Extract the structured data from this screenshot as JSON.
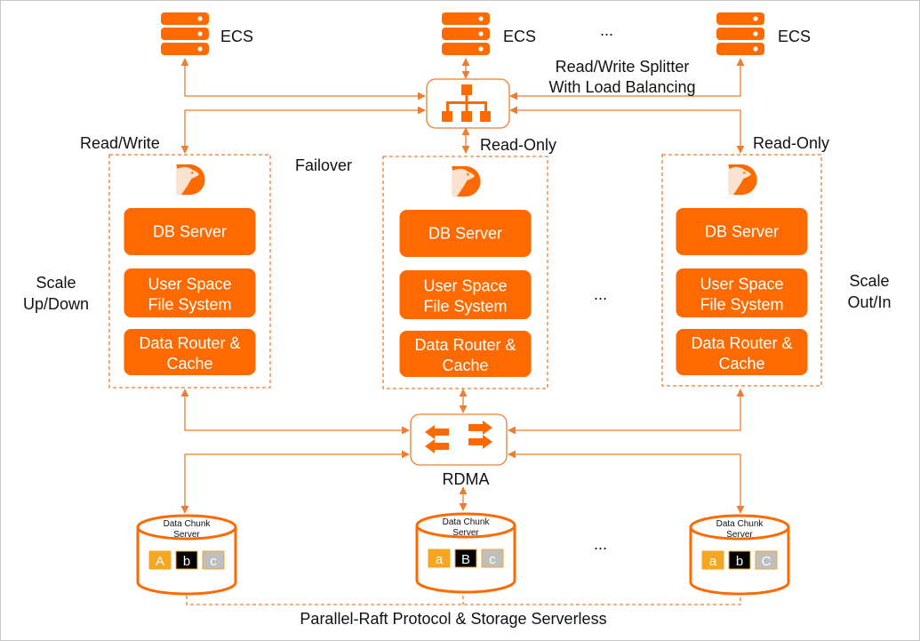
{
  "colors": {
    "accent": "#ff6a00",
    "line": "#ed7d31",
    "chunk_yellow": "#f5a623",
    "chunk_black": "#000000",
    "chunk_gray": "#bfbfbf"
  },
  "ecs_nodes": [
    {
      "label": "ECS",
      "icon": "server-stack-icon"
    },
    {
      "label": "ECS",
      "icon": "server-stack-icon"
    },
    {
      "label": "ECS",
      "icon": "server-stack-icon"
    }
  ],
  "ellipsis": "...",
  "splitter": {
    "icon": "hierarchy-icon",
    "label_line1": "Read/Write Splitter",
    "label_line2": "With Load Balancing"
  },
  "connection_labels": {
    "read_write": "Read/Write",
    "read_only_1": "Read-Only",
    "read_only_2": "Read-Only",
    "failover": "Failover"
  },
  "scale_labels": {
    "left_line1": "Scale",
    "left_line2": "Up/Down",
    "right_line1": "Scale",
    "right_line2": "Out/In"
  },
  "db_nodes": [
    {
      "icon": "polardb-bear-logo-icon",
      "db_server": "DB Server",
      "fs_line1": "User Space",
      "fs_line2": "File System",
      "router_line1": "Data Router &",
      "router_line2": "Cache"
    },
    {
      "icon": "polardb-bear-logo-icon",
      "db_server": "DB Server",
      "fs_line1": "User Space",
      "fs_line2": "File System",
      "router_line1": "Data Router &",
      "router_line2": "Cache"
    },
    {
      "icon": "polardb-bear-logo-icon",
      "db_server": "DB Server",
      "fs_line1": "User Space",
      "fs_line2": "File System",
      "router_line1": "Data Router &",
      "router_line2": "Cache"
    }
  ],
  "rdma": {
    "icon": "swap-arrows-icon",
    "label": "RDMA"
  },
  "chunk_servers": [
    {
      "line1": "Data Chunk",
      "line2": "Server",
      "chunks": [
        {
          "t": "A",
          "c": "yellow"
        },
        {
          "t": "b",
          "c": "black"
        },
        {
          "t": "c",
          "c": "gray"
        }
      ]
    },
    {
      "line1": "Data Chunk",
      "line2": "Server",
      "chunks": [
        {
          "t": "a",
          "c": "yellow"
        },
        {
          "t": "B",
          "c": "black"
        },
        {
          "t": "c",
          "c": "gray"
        }
      ]
    },
    {
      "line1": "Data Chunk",
      "line2": "Server",
      "chunks": [
        {
          "t": "a",
          "c": "yellow"
        },
        {
          "t": "b",
          "c": "black"
        },
        {
          "t": "C",
          "c": "gray"
        }
      ]
    }
  ],
  "footer": "Parallel-Raft  Protocol & Storage Serverless"
}
